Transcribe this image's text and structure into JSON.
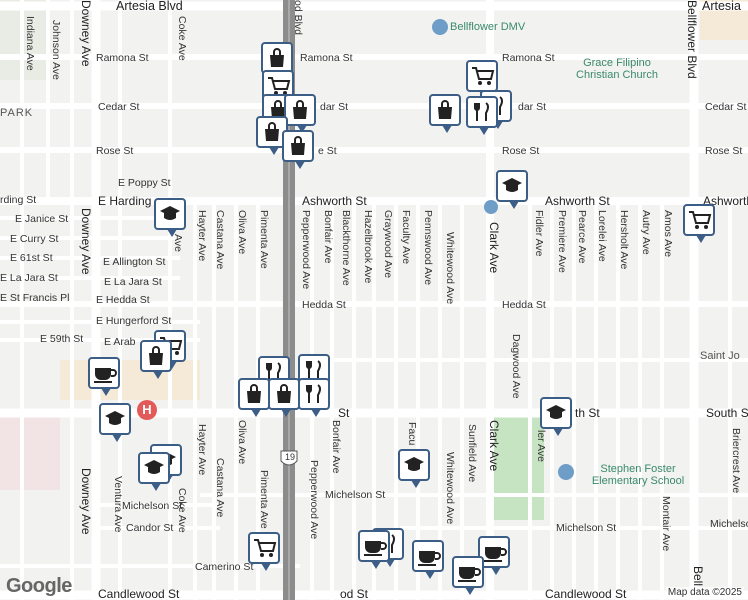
{
  "map": {
    "attribution": "Map data ©2025",
    "brand": "Google",
    "colors": {
      "freeway": "#8c8c8c",
      "road": "#ffffff",
      "park": "#c7e4c2",
      "pin_border": "#3c5d86",
      "hospital": "#e25b58",
      "poi_text": "#3a8a6a"
    }
  },
  "labels": {
    "artesia_blvd": "Artesia Blvd",
    "artesia_right": "Artesia",
    "ramona_st_w": "Ramona St",
    "ramona_st_e": "Ramona St",
    "cedar_st_w": "Cedar St",
    "cedar_st_mid": "dar St",
    "cedar_st_e": "dar St",
    "cedar_st_far": "Cedar St",
    "rose_st_w": "Rose St",
    "rose_st_mid": "e St",
    "rose_st_e": "Rose St",
    "rose_st_far": "Rose St",
    "e_poppy_st": "E Poppy St",
    "e_harding": "E Harding",
    "harding_st": "rding St",
    "ashworth_st": "Ashworth St",
    "ashworth_st_e": "Ashworth St",
    "ashworth_far": "Ashworth",
    "e_janice_st": "E Janice St",
    "e_curry_st": "E Curry St",
    "e_61st_st": "E 61st St",
    "e_allington_st": "E Allington St",
    "e_la_jara_st_w": "E La Jara St",
    "e_la_jara_st": "E La Jara St",
    "e_st_francis_pl": "E St Francis Pl",
    "e_hedda_st": "E Hedda St",
    "hedda_st": "Hedda St",
    "hedda_st_e": "Hedda St",
    "e_hungerford_st": "E Hungerford St",
    "e_59th_st": "E 59th St",
    "e_arab": "E Arab",
    "south_st_mid": "St",
    "south_st_e": "th St",
    "south_st_far": "South St",
    "michelson_st_mid": "Michelson St",
    "michelson_st_w": "Michelson St",
    "michelson_st_e": "Michelson St",
    "michelson_far": "Michelso",
    "candor_st": "Candor St",
    "camerino_st": "Camerino St",
    "candlewood_st_w": "Candlewood St",
    "candlewood_st_mid": "od St",
    "candlewood_st_e": "Candlewood St",
    "park": "PARK",
    "bellflower_dmv": "Bellflower DMV",
    "grace_church": "Grace Filipino Christian Church",
    "stephen_foster": "Stephen Foster Elementary School",
    "saint_jo": "Saint Jo",
    "indiana_ave": "Indiana Ave",
    "johnson_ave": "Johnson Ave",
    "coke_ave_n": "Coke Ave",
    "coke_ave_s": "Coke Ave",
    "downey_ave_n": "Downey Ave",
    "downey_ave_s": "Downey Ave",
    "ave_top": "Ave",
    "hayter_ave_n": "Hayter Ave",
    "hayter_ave_s": "Hayter Ave",
    "castana_ave_n": "Castana Ave",
    "castana_ave_s": "Castana Ave",
    "oliva_ave_n": "Oliva Ave",
    "oliva_ave_s": "Oliva Ave",
    "pimenta_ave_n": "Pimenta Ave",
    "pimenta_ave_s": "Pimenta Ave",
    "pepperwood_ave_n": "Pepperwood Ave",
    "pepperwood_ave_s": "Pepperwood Ave",
    "bonfair_ave_n": "Bonfair Ave",
    "bonfair_ave_s": "Bonfair Ave",
    "blackthorne_ave": "Blackthorne Ave",
    "hazelbrook_ave": "Hazelbrook Ave",
    "graywood_ave": "Graywood Ave",
    "faculty_ave_n": "Faculty Ave",
    "faculty_ave_s": "Facu",
    "pennswood_ave": "Pennswood Ave",
    "whitewood_ave_n": "Whitewood Ave",
    "whitewood_ave_s": "Whitewood Ave",
    "sunfield_ave": "Sunfield Ave",
    "clark_ave_n": "Clark Ave",
    "clark_ave_s": "Clark Ave",
    "dagwood_ave": "Dagwood Ave",
    "fidler_ave": "Fidler Ave",
    "fidler_ave_s": "ler Ave",
    "premiere_ave": "Premiere Ave",
    "pearce_ave": "Pearce Ave",
    "lorelei_ave": "Lorelei Ave",
    "hersholt_ave": "Hersholt Ave",
    "autry_ave": "Autry Ave",
    "amos_ave": "Amos Ave",
    "montair_ave": "Montair Ave",
    "briercrest_ave": "Briercrest Ave",
    "bellflower_blvd": "Bellflower Blvd",
    "bell_s": "Bell",
    "ventura_ave": "Ventura Ave",
    "freeway_top": "od Blvd",
    "shield": "19"
  }
}
